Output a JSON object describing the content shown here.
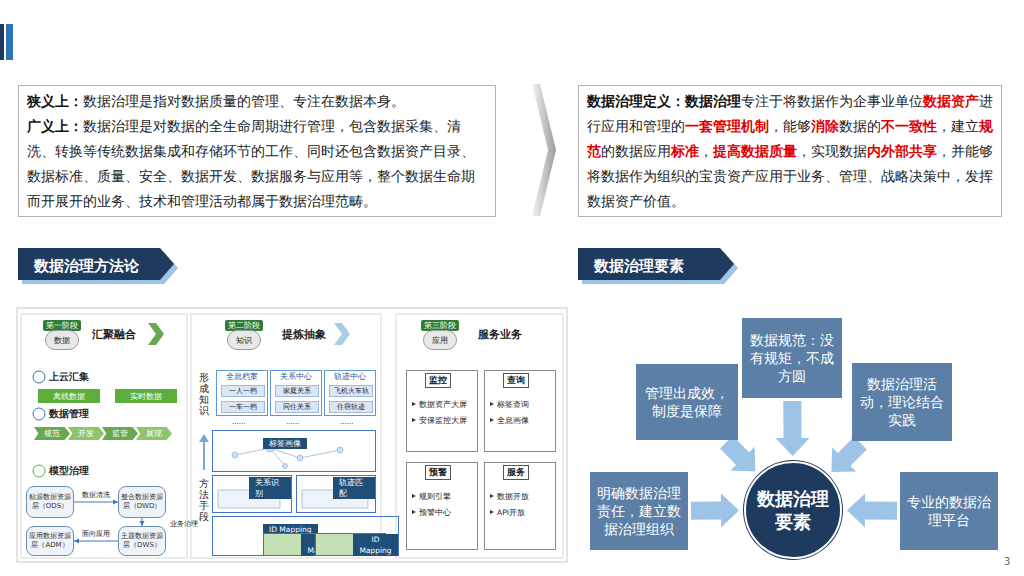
{
  "diagram": {
    "nodes": [
      {
        "text": [
          "狭义上：",
          "数据治理是指对数据质量的管理、专注在数据本身。",
          "广义上：",
          "数据治理是对数据的全生命周期进行管理，包含数据采集、清洗、转换等传统数据集成和存储环节的工作、同时还包含数据资产目录、数据标准、质量、安全、数据开发、数据服务与应用等，整个数据生命期而开展开的业务、技术和管理活动都属于数据治理范畴。"
        ]
      },
      {
        "text": [
          "数据治理定义：",
          "数据治理",
          "专注于将数据作为企事业单位",
          "数据资产",
          "进行应用和管理的",
          "一套管理机制",
          "，能够",
          "消除",
          "数据的",
          "不一致性",
          "，建立",
          "规范",
          "的数据应用",
          "标准",
          "，",
          "提高数据质量",
          "，实现数据",
          "内外部共享",
          "，并能够将数据作为组织的宝贵资产应用于业务、管理、战略决策中，发挥数据资产价值。"
        ]
      },
      {
        "text": [
          "数据治理方法论"
        ]
      },
      {
        "text": [
          "数据治理要素"
        ]
      },
      {
        "text": [
          "第一阶段",
          "数据"
        ]
      },
      {
        "text": [
          "离线数据"
        ]
      },
      {
        "text": [
          "实时数据"
        ]
      },
      {
        "text": [
          "规范"
        ]
      },
      {
        "text": [
          "开发"
        ]
      },
      {
        "text": [
          "监管"
        ]
      },
      {
        "text": [
          "展现"
        ]
      },
      {
        "text": [
          "贴源数据资源层（ODS）"
        ]
      },
      {
        "text": [
          "整合数据资源层（DWD）"
        ]
      },
      {
        "text": [
          "应用数据资源层（ADM）"
        ]
      },
      {
        "text": [
          "主题数据资源层（DWS）"
        ]
      },
      {
        "text": [
          "第二阶段",
          "知识"
        ]
      },
      {
        "text": [
          "全息档案"
        ]
      },
      {
        "text": [
          "一人一档"
        ],
        "in": 16
      },
      {
        "text": [
          "一车一档"
        ],
        "in": 16
      },
      {
        "text": [
          "关系中心"
        ]
      },
      {
        "text": [
          "家庭关系"
        ],
        "in": 19
      },
      {
        "text": [
          "同住关系"
        ],
        "in": 19
      },
      {
        "text": [
          "轨迹中心"
        ]
      },
      {
        "text": [
          "飞机火车轨"
        ],
        "in": 22
      },
      {
        "text": [
          "住宿轨迹"
        ],
        "in": 22
      },
      {
        "text": [
          "标签画像"
        ]
      },
      {
        "text": [
          "关系识别"
        ]
      },
      {
        "text": [
          "轨迹匹配"
        ]
      },
      {
        "text": [
          "ID Mapping"
        ]
      },
      {
        "text": [
          "ID Mapping"
        ],
        "in": 28
      },
      {
        "text": [
          "ID Mapping"
        ],
        "in": 28
      },
      {
        "text": [
          "第三阶段",
          "应用"
        ]
      },
      {
        "text": [
          "监控",
          "数据资产大屏",
          "安保监控大屏"
        ]
      },
      {
        "text": [
          "查询",
          "标签查询",
          "全息画像"
        ]
      },
      {
        "text": [
          "预警",
          "规则引擎",
          "预警中心"
        ]
      },
      {
        "text": [
          "服务",
          "数据开放",
          "API开放"
        ]
      },
      {
        "text": [
          "数据治理要素"
        ]
      },
      {
        "text": [
          "明确数据治理责任，建立数据治理组织"
        ]
      },
      {
        "text": [
          "管理出成效，制度是保障"
        ]
      },
      {
        "text": [
          "数据规范：没有规矩，不成方圆"
        ]
      },
      {
        "text": [
          "数据治理活动，理论结合实践"
        ]
      },
      {
        "text": [
          "专业的数据治理平台"
        ]
      }
    ],
    "edges": [
      {
        "from": 11,
        "to": 12,
        "arrow": "to",
        "label": "数据清洗"
      },
      {
        "from": 12,
        "to": 14,
        "arrow": "to"
      },
      {
        "from": 14,
        "to": 13,
        "arrow": "to",
        "label": "面向应用"
      },
      {
        "from": 37,
        "to": 36,
        "arrow": "to"
      },
      {
        "from": 38,
        "to": 36,
        "arrow": "to"
      },
      {
        "from": 39,
        "to": 36,
        "arrow": "to"
      },
      {
        "from": 40,
        "to": 36,
        "arrow": "to"
      },
      {
        "from": 41,
        "to": 36,
        "arrow": "to"
      }
    ],
    "labels": [
      "汇聚融合",
      "上云汇集",
      "数据管理",
      "模型治理",
      "业务治理",
      "提炼抽象",
      "形成知识",
      "方法手段",
      "......",
      "......",
      "......",
      "服务业务",
      "3"
    ]
  }
}
